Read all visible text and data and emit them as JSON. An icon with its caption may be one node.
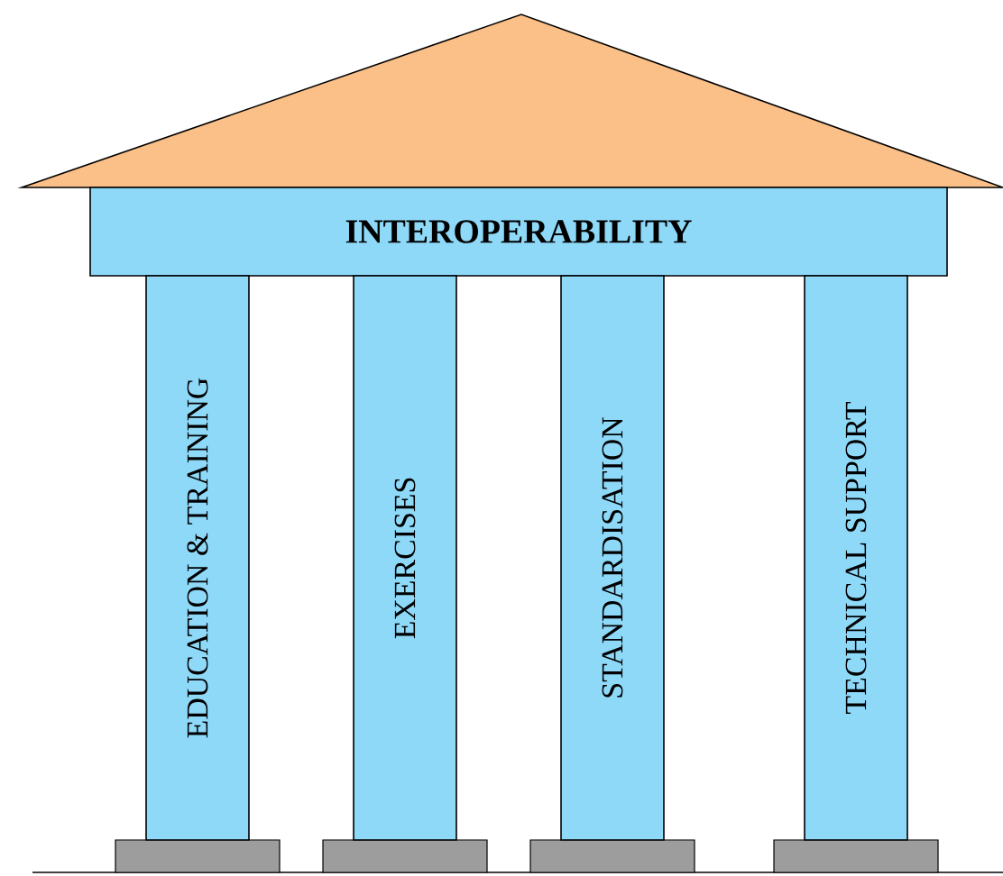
{
  "diagram": {
    "nodes": [
      {
        "text": [
          "INTEROPERABILITY"
        ]
      },
      {
        "text": [
          "EDUCATION & TRAINING"
        ]
      },
      {
        "text": [
          "EXERCISES"
        ]
      },
      {
        "text": [
          "STANDARDISATION"
        ]
      },
      {
        "text": [
          "TECHNICAL SUPPORT"
        ]
      }
    ]
  }
}
